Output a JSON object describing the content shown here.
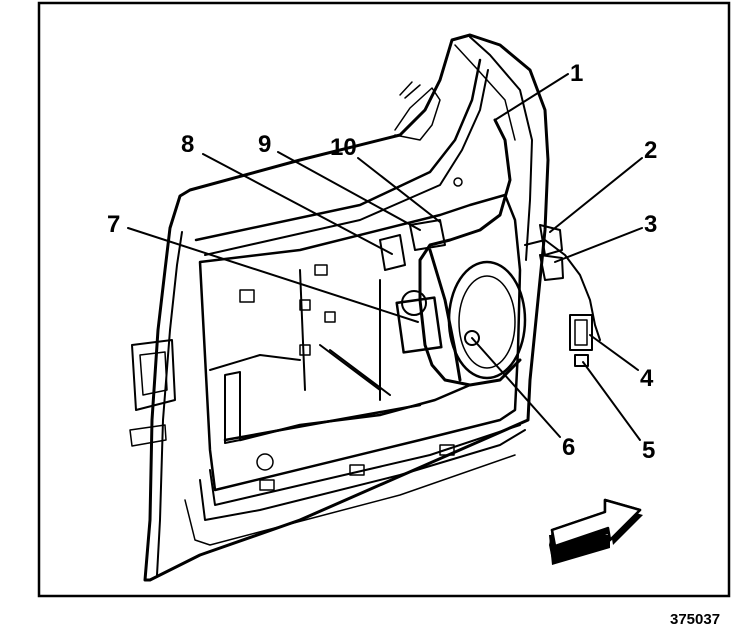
{
  "diagram": {
    "callouts": [
      "1",
      "2",
      "3",
      "4",
      "5",
      "6",
      "7",
      "8",
      "9",
      "10"
    ],
    "figure_id": "375037",
    "direction_arrow": "forward-arrow-icon"
  }
}
